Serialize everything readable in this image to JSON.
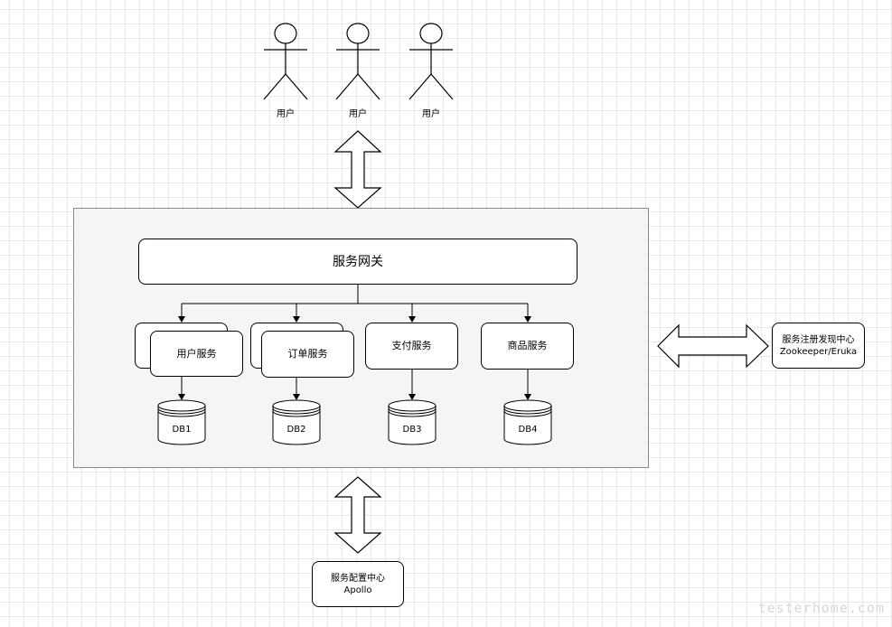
{
  "users": [
    {
      "label": "用户"
    },
    {
      "label": "用户"
    },
    {
      "label": "用户"
    }
  ],
  "gateway": {
    "label": "服务网关"
  },
  "services": [
    {
      "label": "用户服务",
      "stacked": true,
      "db": "DB1"
    },
    {
      "label": "订单服务",
      "stacked": true,
      "db": "DB2"
    },
    {
      "label": "支付服务",
      "stacked": false,
      "db": "DB3"
    },
    {
      "label": "商品服务",
      "stacked": false,
      "db": "DB4"
    }
  ],
  "registry": {
    "line1": "服务注册发现中心",
    "line2": "Zookeeper/Eruka"
  },
  "config": {
    "line1": "服务配置中心",
    "line2": "Apollo"
  },
  "watermark": "testerhome.com"
}
